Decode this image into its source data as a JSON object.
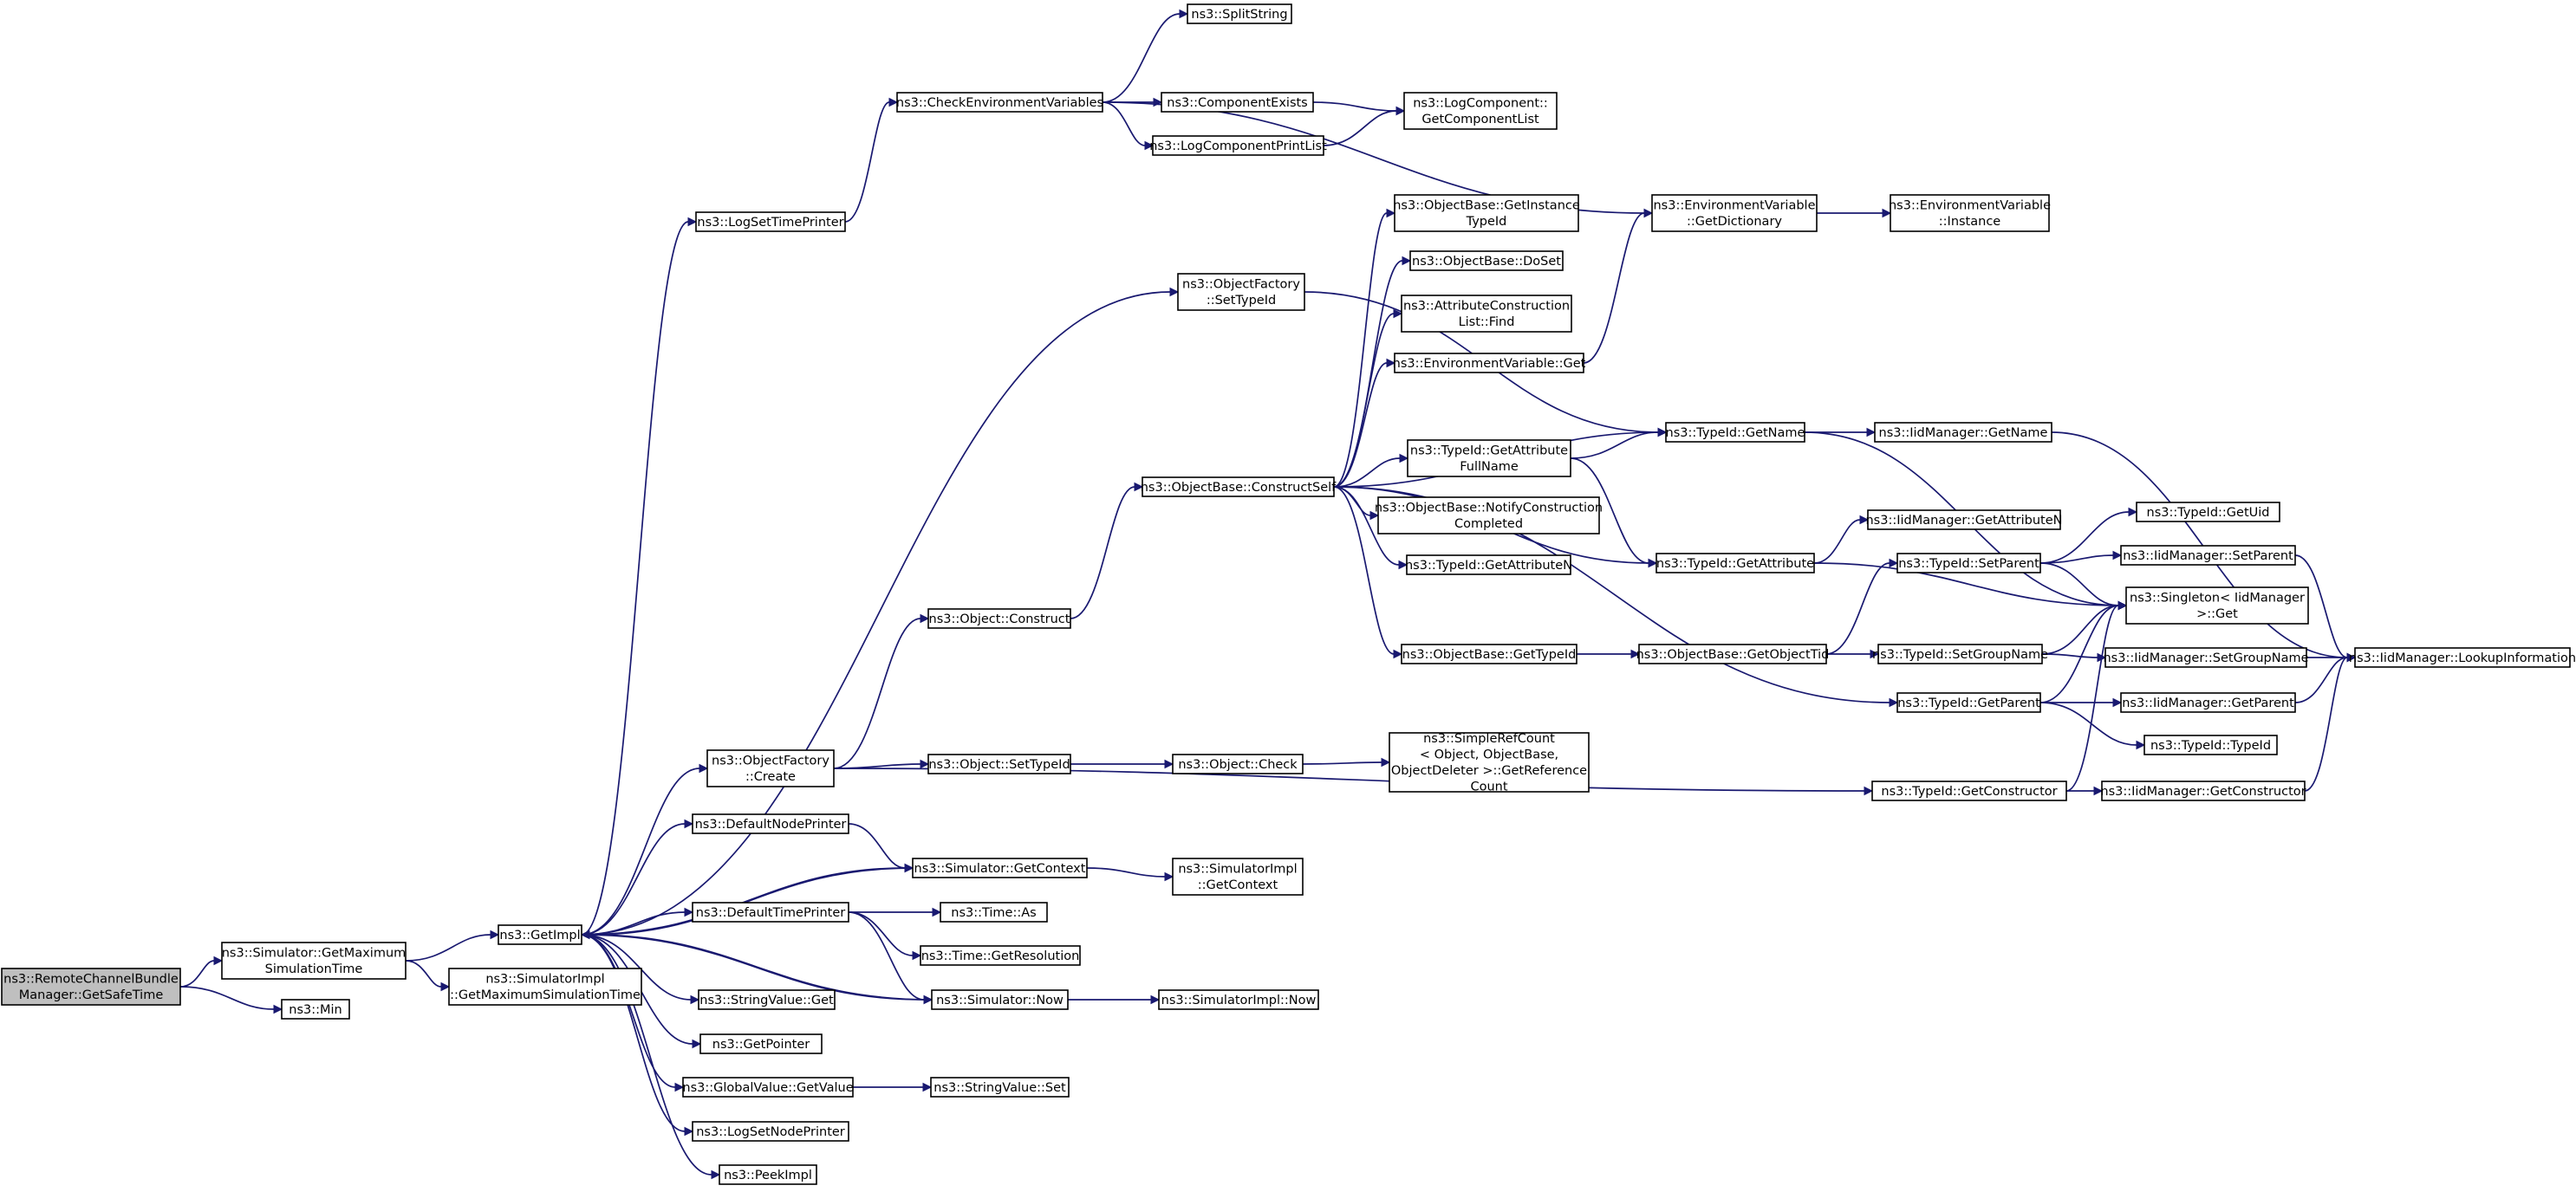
{
  "diagram": {
    "type": "call-graph",
    "colors": {
      "edge": "#191970",
      "node_border": "#000000",
      "root_fill": "#bfbfbf",
      "node_fill": "#ffffff"
    },
    "nodes": [
      {
        "id": "root",
        "lines": [
          "ns3::RemoteChannelBundle",
          "Manager::GetSafeTime"
        ]
      },
      {
        "id": "simGetMax",
        "lines": [
          "ns3::Simulator::GetMaximum",
          "SimulationTime"
        ]
      },
      {
        "id": "min",
        "lines": [
          "ns3::Min"
        ]
      },
      {
        "id": "getImpl",
        "lines": [
          "ns3::GetImpl"
        ]
      },
      {
        "id": "simImplGetMax",
        "lines": [
          "ns3::SimulatorImpl",
          "::GetMaximumSimulationTime"
        ]
      },
      {
        "id": "logSetTimePrinter",
        "lines": [
          "ns3::LogSetTimePrinter"
        ]
      },
      {
        "id": "checkEnv",
        "lines": [
          "ns3::CheckEnvironmentVariables"
        ]
      },
      {
        "id": "splitString",
        "lines": [
          "ns3::SplitString"
        ]
      },
      {
        "id": "componentExists",
        "lines": [
          "ns3::ComponentExists"
        ]
      },
      {
        "id": "logComponentPrintList",
        "lines": [
          "ns3::LogComponentPrintList"
        ]
      },
      {
        "id": "getComponentList",
        "lines": [
          "ns3::LogComponent::",
          "GetComponentList"
        ]
      },
      {
        "id": "envGetDictionary",
        "lines": [
          "ns3::EnvironmentVariable",
          "::GetDictionary"
        ]
      },
      {
        "id": "envInstance",
        "lines": [
          "ns3::EnvironmentVariable",
          "::Instance"
        ]
      },
      {
        "id": "objFactoryCreate",
        "lines": [
          "ns3::ObjectFactory",
          "::Create"
        ]
      },
      {
        "id": "objFactorySetTypeId",
        "lines": [
          "ns3::ObjectFactory",
          "::SetTypeId"
        ]
      },
      {
        "id": "objConstruct",
        "lines": [
          "ns3::Object::Construct"
        ]
      },
      {
        "id": "constructSelf",
        "lines": [
          "ns3::ObjectBase::ConstructSelf"
        ]
      },
      {
        "id": "getInstanceTypeId",
        "lines": [
          "ns3::ObjectBase::GetInstance",
          "TypeId"
        ]
      },
      {
        "id": "doSet",
        "lines": [
          "ns3::ObjectBase::DoSet"
        ]
      },
      {
        "id": "attrConstructionFind",
        "lines": [
          "ns3::AttributeConstruction",
          "List::Find"
        ]
      },
      {
        "id": "envGet",
        "lines": [
          "ns3::EnvironmentVariable::Get"
        ]
      },
      {
        "id": "typeIdGetName",
        "lines": [
          "ns3::TypeId::GetName"
        ]
      },
      {
        "id": "iidGetName",
        "lines": [
          "ns3::IidManager::GetName"
        ]
      },
      {
        "id": "getAttrFullName",
        "lines": [
          "ns3::TypeId::GetAttribute",
          "FullName"
        ]
      },
      {
        "id": "notifyConstruction",
        "lines": [
          "ns3::ObjectBase::NotifyConstruction",
          "Completed"
        ]
      },
      {
        "id": "getAttributeN",
        "lines": [
          "ns3::TypeId::GetAttributeN"
        ]
      },
      {
        "id": "typeIdGetAttribute",
        "lines": [
          "ns3::TypeId::GetAttribute"
        ]
      },
      {
        "id": "iidGetAttributeN",
        "lines": [
          "ns3::IidManager::GetAttributeN"
        ]
      },
      {
        "id": "typeIdGetUid",
        "lines": [
          "ns3::TypeId::GetUid"
        ]
      },
      {
        "id": "typeIdSetParent",
        "lines": [
          "ns3::TypeId::SetParent"
        ]
      },
      {
        "id": "iidSetParent",
        "lines": [
          "ns3::IidManager::SetParent"
        ]
      },
      {
        "id": "singletonGet",
        "lines": [
          "ns3::Singleton< IidManager",
          " >::Get"
        ]
      },
      {
        "id": "objBaseGetTypeId",
        "lines": [
          "ns3::ObjectBase::GetTypeId"
        ]
      },
      {
        "id": "getObjectTid",
        "lines": [
          "ns3::ObjectBase::GetObjectTid"
        ]
      },
      {
        "id": "setGroupName",
        "lines": [
          "ns3::TypeId::SetGroupName"
        ]
      },
      {
        "id": "iidSetGroupName",
        "lines": [
          "ns3::IidManager::SetGroupName"
        ]
      },
      {
        "id": "lookupInformation",
        "lines": [
          "ns3::IidManager::LookupInformation"
        ]
      },
      {
        "id": "typeIdGetParent",
        "lines": [
          "ns3::TypeId::GetParent"
        ]
      },
      {
        "id": "iidGetParent",
        "lines": [
          "ns3::IidManager::GetParent"
        ]
      },
      {
        "id": "typeIdTypeId",
        "lines": [
          "ns3::TypeId::TypeId"
        ]
      },
      {
        "id": "objSetTypeId",
        "lines": [
          "ns3::Object::SetTypeId"
        ]
      },
      {
        "id": "objCheck",
        "lines": [
          "ns3::Object::Check"
        ]
      },
      {
        "id": "simpleRefCount",
        "lines": [
          "ns3::SimpleRefCount",
          "< Object, ObjectBase,",
          " ObjectDeleter >::GetReference",
          "Count"
        ]
      },
      {
        "id": "typeIdGetConstructor",
        "lines": [
          "ns3::TypeId::GetConstructor"
        ]
      },
      {
        "id": "iidGetConstructor",
        "lines": [
          "ns3::IidManager::GetConstructor"
        ]
      },
      {
        "id": "defaultNodePrinter",
        "lines": [
          "ns3::DefaultNodePrinter"
        ]
      },
      {
        "id": "simGetContext",
        "lines": [
          "ns3::Simulator::GetContext"
        ]
      },
      {
        "id": "simImplGetContext",
        "lines": [
          "ns3::SimulatorImpl",
          "::GetContext"
        ]
      },
      {
        "id": "defaultTimePrinter",
        "lines": [
          "ns3::DefaultTimePrinter"
        ]
      },
      {
        "id": "timeAs",
        "lines": [
          "ns3::Time::As"
        ]
      },
      {
        "id": "timeGetResolution",
        "lines": [
          "ns3::Time::GetResolution"
        ]
      },
      {
        "id": "simNow",
        "lines": [
          "ns3::Simulator::Now"
        ]
      },
      {
        "id": "simImplNow",
        "lines": [
          "ns3::SimulatorImpl::Now"
        ]
      },
      {
        "id": "stringValueGet",
        "lines": [
          "ns3::StringValue::Get"
        ]
      },
      {
        "id": "getPointer",
        "lines": [
          "ns3::GetPointer"
        ]
      },
      {
        "id": "globalValueGetValue",
        "lines": [
          "ns3::GlobalValue::GetValue"
        ]
      },
      {
        "id": "stringValueSet",
        "lines": [
          "ns3::StringValue::Set"
        ]
      },
      {
        "id": "logSetNodePrinter",
        "lines": [
          "ns3::LogSetNodePrinter"
        ]
      },
      {
        "id": "peekImpl",
        "lines": [
          "ns3::PeekImpl"
        ]
      }
    ],
    "edges": [
      [
        "root",
        "simGetMax"
      ],
      [
        "root",
        "min"
      ],
      [
        "simGetMax",
        "getImpl"
      ],
      [
        "simGetMax",
        "simImplGetMax"
      ],
      [
        "getImpl",
        "logSetTimePrinter"
      ],
      [
        "getImpl",
        "objFactorySetTypeId"
      ],
      [
        "getImpl",
        "objFactoryCreate"
      ],
      [
        "getImpl",
        "defaultNodePrinter"
      ],
      [
        "getImpl",
        "simGetContext"
      ],
      [
        "getImpl",
        "defaultTimePrinter"
      ],
      [
        "getImpl",
        "simNow"
      ],
      [
        "getImpl",
        "stringValueGet"
      ],
      [
        "getImpl",
        "getPointer"
      ],
      [
        "getImpl",
        "globalValueGetValue"
      ],
      [
        "getImpl",
        "logSetNodePrinter"
      ],
      [
        "getImpl",
        "peekImpl"
      ],
      [
        "logSetTimePrinter",
        "checkEnv"
      ],
      [
        "checkEnv",
        "splitString"
      ],
      [
        "checkEnv",
        "envGetDictionary"
      ],
      [
        "checkEnv",
        "componentExists"
      ],
      [
        "checkEnv",
        "logComponentPrintList"
      ],
      [
        "componentExists",
        "getComponentList"
      ],
      [
        "logComponentPrintList",
        "getComponentList"
      ],
      [
        "envGetDictionary",
        "envInstance"
      ],
      [
        "objFactorySetTypeId",
        "typeIdGetName"
      ],
      [
        "objFactoryCreate",
        "objConstruct"
      ],
      [
        "objFactoryCreate",
        "objSetTypeId"
      ],
      [
        "objFactoryCreate",
        "typeIdGetConstructor"
      ],
      [
        "objConstruct",
        "constructSelf"
      ],
      [
        "constructSelf",
        "getInstanceTypeId"
      ],
      [
        "constructSelf",
        "doSet"
      ],
      [
        "constructSelf",
        "attrConstructionFind"
      ],
      [
        "constructSelf",
        "envGet"
      ],
      [
        "constructSelf",
        "typeIdGetName"
      ],
      [
        "constructSelf",
        "getAttrFullName"
      ],
      [
        "constructSelf",
        "notifyConstruction"
      ],
      [
        "constructSelf",
        "getAttributeN"
      ],
      [
        "constructSelf",
        "typeIdGetAttribute"
      ],
      [
        "constructSelf",
        "objBaseGetTypeId"
      ],
      [
        "constructSelf",
        "typeIdGetParent"
      ],
      [
        "envGet",
        "envGetDictionary"
      ],
      [
        "typeIdGetName",
        "iidGetName"
      ],
      [
        "typeIdGetName",
        "singletonGet"
      ],
      [
        "getAttrFullName",
        "typeIdGetName"
      ],
      [
        "getAttrFullName",
        "typeIdGetAttribute"
      ],
      [
        "typeIdGetAttribute",
        "iidGetAttributeN"
      ],
      [
        "typeIdGetAttribute",
        "singletonGet"
      ],
      [
        "iidGetName",
        "lookupInformation"
      ],
      [
        "objBaseGetTypeId",
        "getObjectTid"
      ],
      [
        "getObjectTid",
        "typeIdSetParent"
      ],
      [
        "getObjectTid",
        "setGroupName"
      ],
      [
        "typeIdSetParent",
        "typeIdGetUid"
      ],
      [
        "typeIdSetParent",
        "iidSetParent"
      ],
      [
        "typeIdSetParent",
        "singletonGet"
      ],
      [
        "iidSetParent",
        "lookupInformation"
      ],
      [
        "setGroupName",
        "singletonGet"
      ],
      [
        "setGroupName",
        "iidSetGroupName"
      ],
      [
        "iidSetGroupName",
        "lookupInformation"
      ],
      [
        "typeIdGetParent",
        "singletonGet"
      ],
      [
        "typeIdGetParent",
        "iidGetParent"
      ],
      [
        "typeIdGetParent",
        "typeIdTypeId"
      ],
      [
        "iidGetParent",
        "lookupInformation"
      ],
      [
        "objSetTypeId",
        "objCheck"
      ],
      [
        "objCheck",
        "simpleRefCount"
      ],
      [
        "typeIdGetConstructor",
        "singletonGet"
      ],
      [
        "typeIdGetConstructor",
        "iidGetConstructor"
      ],
      [
        "iidGetConstructor",
        "lookupInformation"
      ],
      [
        "defaultNodePrinter",
        "simGetContext"
      ],
      [
        "simGetContext",
        "getImpl"
      ],
      [
        "simGetContext",
        "simImplGetContext"
      ],
      [
        "defaultTimePrinter",
        "timeAs"
      ],
      [
        "defaultTimePrinter",
        "timeGetResolution"
      ],
      [
        "defaultTimePrinter",
        "simNow"
      ],
      [
        "simNow",
        "getImpl"
      ],
      [
        "simNow",
        "simImplNow"
      ],
      [
        "globalValueGetValue",
        "stringValueSet"
      ]
    ]
  }
}
